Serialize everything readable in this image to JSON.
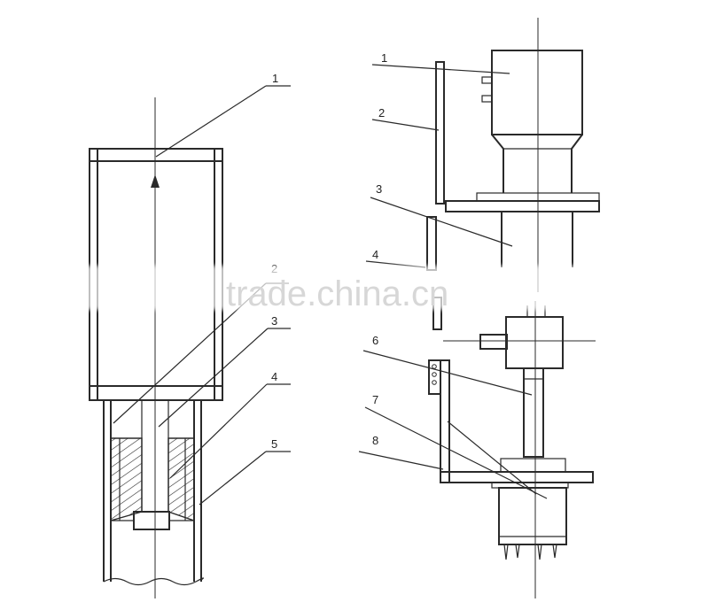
{
  "left_figure": {
    "labels": [
      "1",
      "2",
      "3",
      "4",
      "5"
    ]
  },
  "right_figure": {
    "labels": [
      "1",
      "2",
      "3",
      "4",
      "6",
      "7",
      "8"
    ]
  },
  "watermark": "trade.china.cn"
}
